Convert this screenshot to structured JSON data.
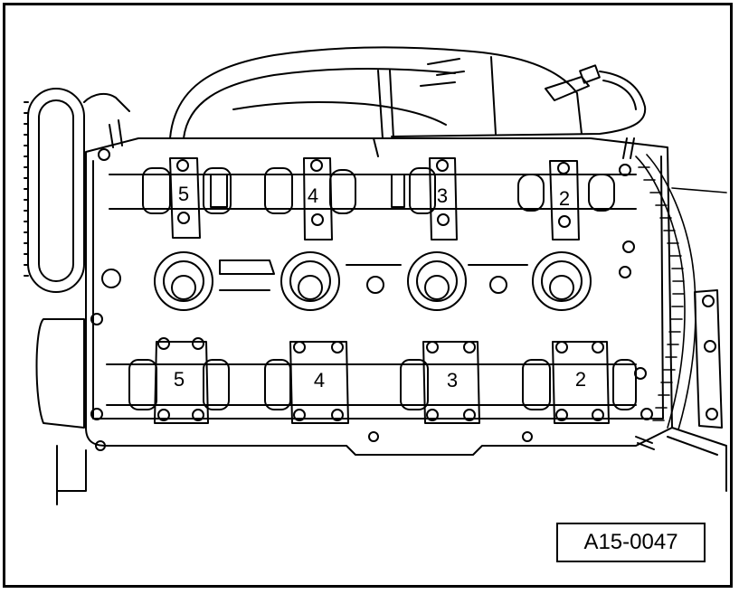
{
  "figure_ref": "A15-0047",
  "upper_camshaft_caps": [
    "5",
    "4",
    "3",
    "2"
  ],
  "lower_camshaft_caps": [
    "5",
    "4",
    "3",
    "2"
  ]
}
